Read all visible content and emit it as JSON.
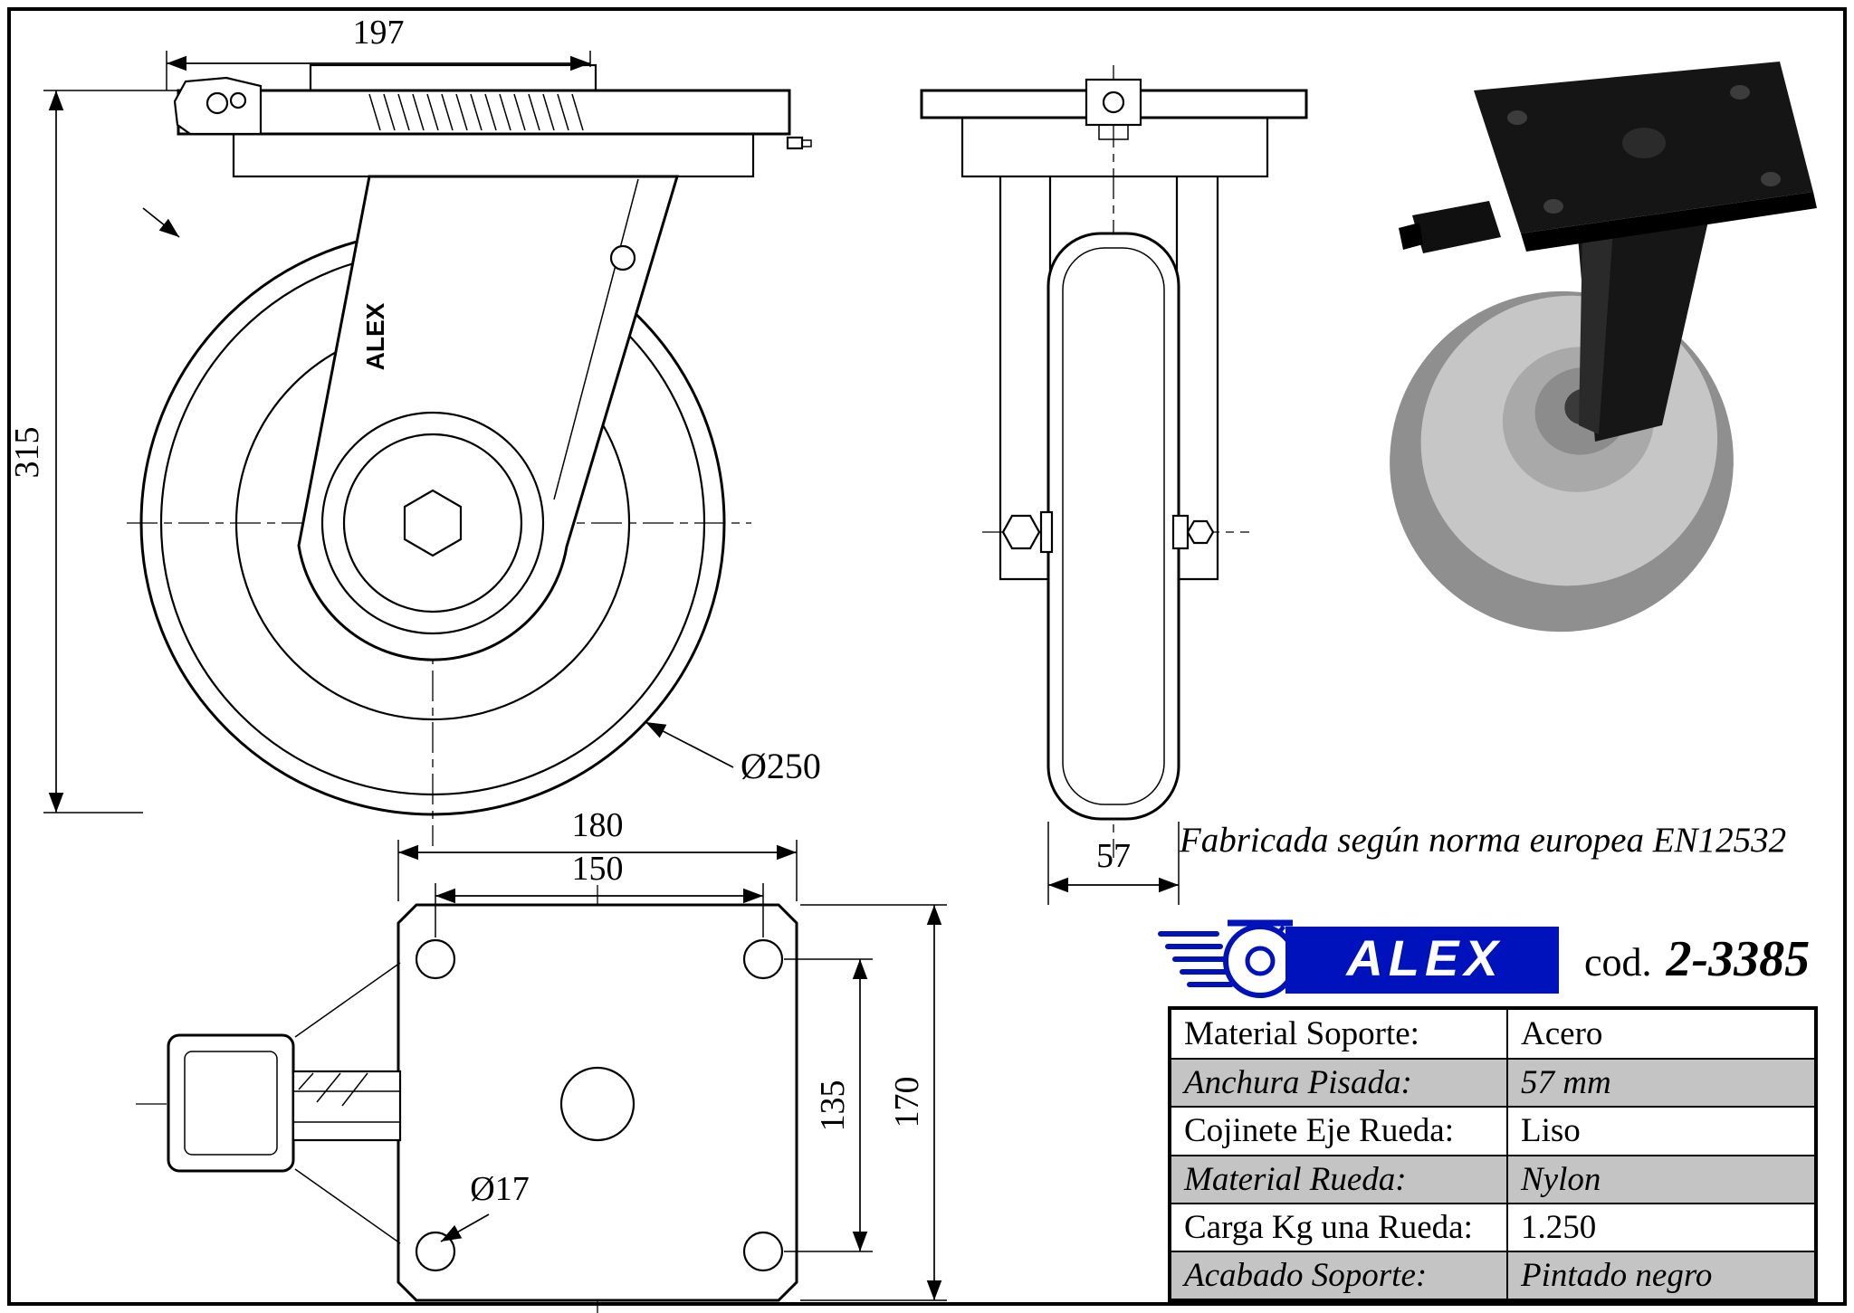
{
  "drawing": {
    "front_view": {
      "dim_width": "197",
      "dim_height": "315",
      "wheel_diameter_label": "Ø250",
      "fork_stamp": "ALEX"
    },
    "side_view": {
      "dim_tread_width": "57"
    },
    "plate_view": {
      "dim_plate_width": "180",
      "dim_hole_spacing_width": "150",
      "dim_hole_spacing_height": "135",
      "dim_plate_height": "170",
      "hole_diameter_label": "Ø17"
    }
  },
  "note": {
    "text": "Fabricada según norma europea EN12532"
  },
  "brand": {
    "name": "ALEX",
    "blue": "#0012bc"
  },
  "code": {
    "label": "cod.",
    "value": "2-3385"
  },
  "colors": {
    "table_alt_row": "#c4c4c4",
    "line": "#000000"
  },
  "spec_table": {
    "rows": [
      {
        "label": "Material Soporte:",
        "value": "Acero"
      },
      {
        "label": "Anchura Pisada:",
        "value": "57 mm"
      },
      {
        "label": "Cojinete Eje Rueda:",
        "value": "Liso"
      },
      {
        "label": "Material Rueda:",
        "value": "Nylon"
      },
      {
        "label": "Carga Kg una Rueda:",
        "value": "1.250"
      },
      {
        "label": "Acabado Soporte:",
        "value": "Pintado negro"
      }
    ]
  }
}
